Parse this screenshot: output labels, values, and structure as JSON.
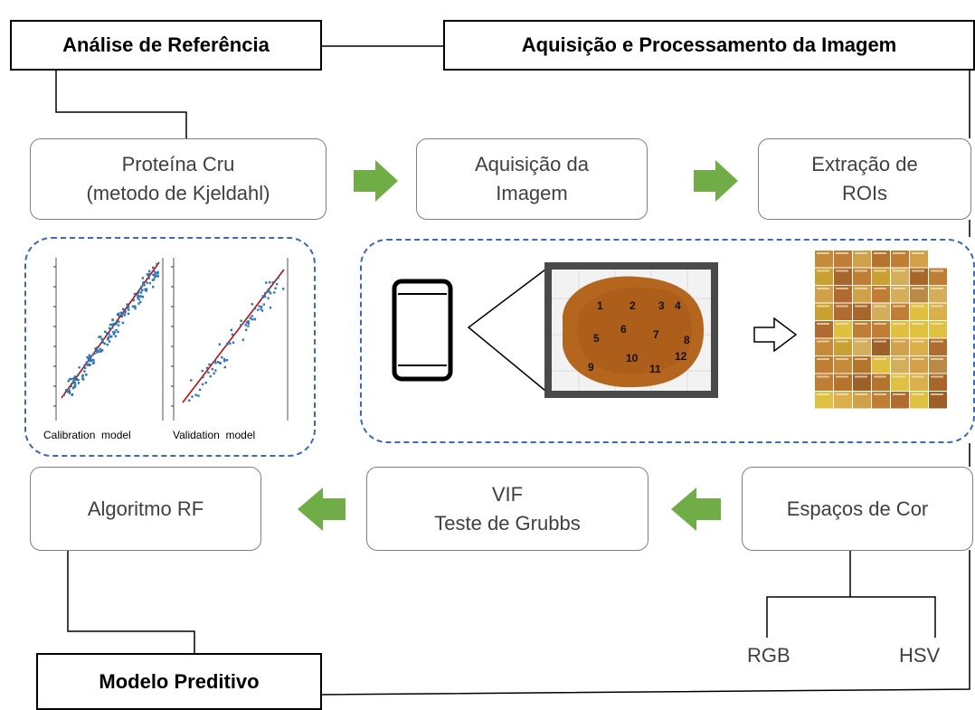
{
  "headers": {
    "reference": "Análise de Referência",
    "acquisition": "Aquisição e Processamento da Imagem",
    "predictive": "Modelo  Preditivo"
  },
  "steps": {
    "protein": [
      "Proteína  Cru",
      "(metodo  de  Kjeldahl)"
    ],
    "image_acquisition": [
      "Aquisição da",
      "Imagem"
    ],
    "roi_extraction": [
      "Extração de",
      "ROIs"
    ],
    "color_spaces": "Espaços de Cor",
    "vif_grubbs": [
      "VIF",
      "Teste de Grubbs"
    ],
    "rf_algorithm": "Algoritmo  RF"
  },
  "color_space_branches": [
    "RGB",
    "HSV"
  ],
  "model_panels": {
    "calibration_label": "Calibration  model",
    "validation_label": "Validation  model"
  },
  "sample_roi_numbers": [
    "1",
    "2",
    "3",
    "4",
    "5",
    "6",
    "7",
    "8",
    "9",
    "10",
    "11",
    "12"
  ],
  "arrow_color": "#70ad47",
  "dashed_border_color": "#3b6bb8",
  "point_color": "#2e75b6",
  "fit_line_color": "#c00000"
}
